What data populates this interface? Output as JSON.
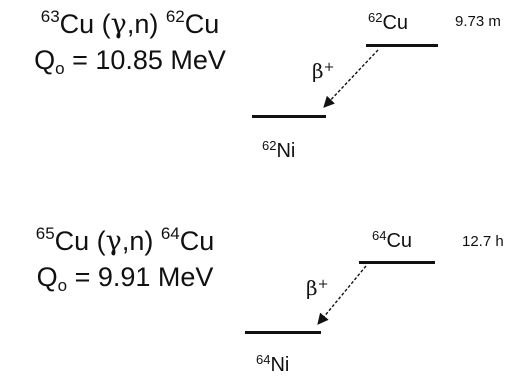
{
  "decays": [
    {
      "reaction": {
        "target_mass": "63",
        "target": "Cu",
        "open": " (",
        "gamma": "γ",
        "close": ",n) ",
        "product_mass": "62",
        "product": "Cu"
      },
      "q_value": {
        "symbol": "Q",
        "subscript": "o",
        "value": " = 10.85 MeV"
      },
      "parent": {
        "mass": "62",
        "element": "Cu",
        "half_life": "9.73 m"
      },
      "decay_mode": {
        "symbol": "β",
        "charge": "+"
      },
      "daughter": {
        "mass": "62",
        "element": "Ni"
      }
    },
    {
      "reaction": {
        "target_mass": "65",
        "target": "Cu",
        "open": " (",
        "gamma": "γ",
        "close": ",n) ",
        "product_mass": "64",
        "product": "Cu"
      },
      "q_value": {
        "symbol": "Q",
        "subscript": "o",
        "value": " = 9.91 MeV"
      },
      "parent": {
        "mass": "64",
        "element": "Cu",
        "half_life": "12.7 h"
      },
      "decay_mode": {
        "symbol": "β",
        "charge": "+"
      },
      "daughter": {
        "mass": "64",
        "element": "Ni"
      }
    }
  ],
  "colors": {
    "ink": "#111111",
    "background": "#ffffff"
  }
}
